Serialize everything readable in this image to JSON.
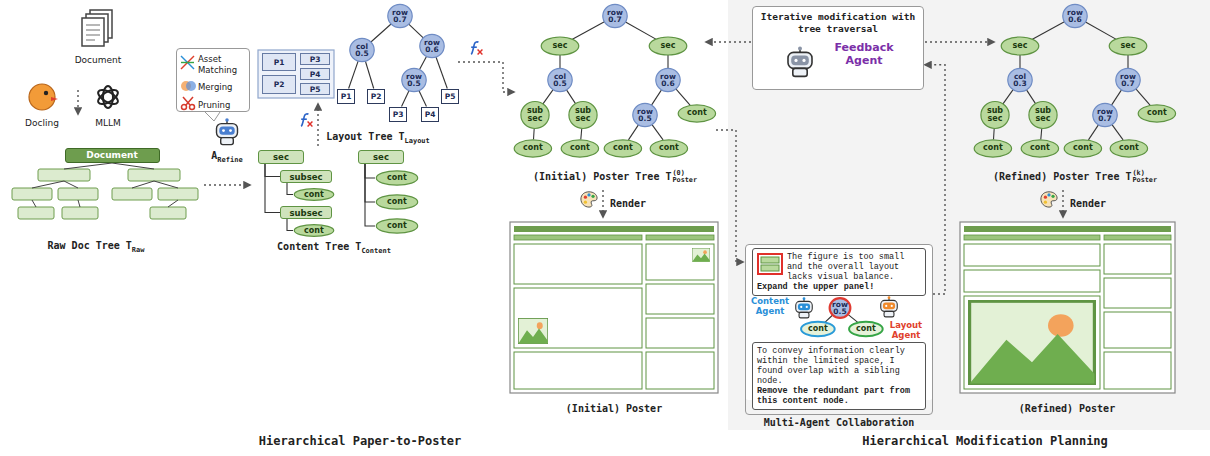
{
  "diagram": {
    "nodes": [
      {
        "text": [
          "Asset Matching",
          "Merging",
          "Pruning"
        ]
      },
      {
        "text": [
          "Document"
        ]
      },
      {
        "text": [
          "P1"
        ]
      },
      {
        "text": [
          "P2"
        ]
      },
      {
        "text": [
          "P3"
        ]
      },
      {
        "text": [
          "P4"
        ]
      },
      {
        "text": [
          "P5"
        ]
      },
      {
        "text": [
          "sec"
        ]
      },
      {
        "text": [
          "subsec"
        ]
      },
      {
        "text": [
          "cont"
        ]
      },
      {
        "text": [
          "subsec"
        ]
      },
      {
        "text": [
          "cont"
        ]
      },
      {
        "text": [
          "sec"
        ]
      },
      {
        "text": [
          "cont"
        ]
      },
      {
        "text": [
          "cont"
        ]
      },
      {
        "text": [
          "cont"
        ]
      },
      {
        "text": [
          "row 0.7"
        ]
      },
      {
        "text": [
          "col 0.5"
        ]
      },
      {
        "text": [
          "row 0.6"
        ]
      },
      {
        "text": [
          "P1"
        ]
      },
      {
        "text": [
          "P2"
        ]
      },
      {
        "text": [
          "row 0.5"
        ]
      },
      {
        "text": [
          "P5"
        ]
      },
      {
        "text": [
          "P3"
        ]
      },
      {
        "text": [
          "P4"
        ]
      },
      {
        "text": [
          "row 0.7"
        ]
      },
      {
        "text": [
          "sec"
        ]
      },
      {
        "text": [
          "sec"
        ]
      },
      {
        "text": [
          "col 0.5"
        ]
      },
      {
        "text": [
          "row 0.6"
        ]
      },
      {
        "text": [
          "sub sec"
        ]
      },
      {
        "text": [
          "sub sec"
        ]
      },
      {
        "text": [
          "row 0.5"
        ]
      },
      {
        "text": [
          "cont"
        ]
      },
      {
        "text": [
          "cont"
        ]
      },
      {
        "text": [
          "cont"
        ]
      },
      {
        "text": [
          "cont"
        ]
      },
      {
        "text": [
          "cont"
        ]
      },
      {
        "text": [
          "Iterative modification with tree traversal",
          "Feedback Agent"
        ]
      },
      {
        "text": [
          "Multi-Agent Collaboration"
        ]
      },
      {
        "text": [
          "The figure is too small and the overall layout lacks visual balance.",
          "Expand the upper panel!"
        ],
        "in": 39
      },
      {
        "text": [
          "row 0.5"
        ],
        "in": 39
      },
      {
        "text": [
          "cont"
        ],
        "in": 39
      },
      {
        "text": [
          "cont"
        ],
        "in": 39
      },
      {
        "text": [
          "To convey information clearly within the limited space, I found overlap with a sibling node.",
          "Remove the redundant part from this content node."
        ],
        "in": 39
      },
      {
        "text": [
          "row 0.6"
        ]
      },
      {
        "text": [
          "sec"
        ]
      },
      {
        "text": [
          "sec"
        ]
      },
      {
        "text": [
          "col 0.3"
        ]
      },
      {
        "text": [
          "row 0.7"
        ]
      },
      {
        "text": [
          "sub sec"
        ]
      },
      {
        "text": [
          "sub sec"
        ]
      },
      {
        "text": [
          "row 0.7"
        ]
      },
      {
        "text": [
          "cont"
        ]
      },
      {
        "text": [
          "cont"
        ]
      },
      {
        "text": [
          "cont"
        ]
      },
      {
        "text": [
          "cont"
        ]
      },
      {
        "text": [
          "cont"
        ]
      }
    ],
    "edges": [
      {
        "from": 7,
        "to": 8,
        "arrow": "none"
      },
      {
        "from": 8,
        "to": 9,
        "arrow": "none"
      },
      {
        "from": 7,
        "to": 10,
        "arrow": "none"
      },
      {
        "from": 10,
        "to": 11,
        "arrow": "none"
      },
      {
        "from": 12,
        "to": 13,
        "arrow": "none"
      },
      {
        "from": 12,
        "to": 14,
        "arrow": "none"
      },
      {
        "from": 12,
        "to": 15,
        "arrow": "none"
      },
      {
        "from": 16,
        "to": 17,
        "arrow": "none"
      },
      {
        "from": 16,
        "to": 18,
        "arrow": "none"
      },
      {
        "from": 17,
        "to": 19,
        "arrow": "none"
      },
      {
        "from": 17,
        "to": 20,
        "arrow": "none"
      },
      {
        "from": 18,
        "to": 21,
        "arrow": "none"
      },
      {
        "from": 18,
        "to": 22,
        "arrow": "none"
      },
      {
        "from": 21,
        "to": 23,
        "arrow": "none"
      },
      {
        "from": 21,
        "to": 24,
        "arrow": "none"
      },
      {
        "from": 25,
        "to": 26,
        "arrow": "none"
      },
      {
        "from": 25,
        "to": 27,
        "arrow": "none"
      },
      {
        "from": 26,
        "to": 28,
        "arrow": "none"
      },
      {
        "from": 27,
        "to": 29,
        "arrow": "none"
      },
      {
        "from": 28,
        "to": 30,
        "arrow": "none"
      },
      {
        "from": 28,
        "to": 31,
        "arrow": "none"
      },
      {
        "from": 30,
        "to": 33,
        "arrow": "none"
      },
      {
        "from": 31,
        "to": 34,
        "arrow": "none"
      },
      {
        "from": 29,
        "to": 32,
        "arrow": "none"
      },
      {
        "from": 29,
        "to": 35,
        "arrow": "none"
      },
      {
        "from": 32,
        "to": 36,
        "arrow": "none"
      },
      {
        "from": 32,
        "to": 37,
        "arrow": "none"
      },
      {
        "from": 41,
        "to": 42,
        "arrow": "none"
      },
      {
        "from": 41,
        "to": 43,
        "arrow": "none"
      },
      {
        "from": 45,
        "to": 46,
        "arrow": "none"
      },
      {
        "from": 45,
        "to": 47,
        "arrow": "none"
      },
      {
        "from": 46,
        "to": 48,
        "arrow": "none"
      },
      {
        "from": 47,
        "to": 49,
        "arrow": "none"
      },
      {
        "from": 48,
        "to": 50,
        "arrow": "none"
      },
      {
        "from": 48,
        "to": 51,
        "arrow": "none"
      },
      {
        "from": 50,
        "to": 53,
        "arrow": "none"
      },
      {
        "from": 51,
        "to": 54,
        "arrow": "none"
      },
      {
        "from": 49,
        "to": 52,
        "arrow": "none"
      },
      {
        "from": 49,
        "to": 55,
        "arrow": "none"
      },
      {
        "from": 52,
        "to": 56,
        "arrow": "none"
      },
      {
        "from": 52,
        "to": 57,
        "arrow": "none"
      },
      {
        "from": 39,
        "to": 38,
        "arrow": "to"
      }
    ],
    "labels": [
      "Document",
      "Docling",
      "MLLM",
      "Raw Doc Tree T",
      "Raw",
      "A",
      "Refine",
      "Content Tree T",
      "Content",
      "Layout Tree T",
      "Layout",
      "(Initial) Poster Tree T",
      "(0)",
      "Poster",
      "Render",
      "(Initial) Poster",
      "Content Agent",
      "Layout Agent",
      "(Refined) Poster Tree T",
      "(k)",
      "Poster",
      "Render",
      "(Refined) Poster",
      "Hierarchical Paper-to-Poster",
      "Hierarchical Modification Planning"
    ]
  }
}
